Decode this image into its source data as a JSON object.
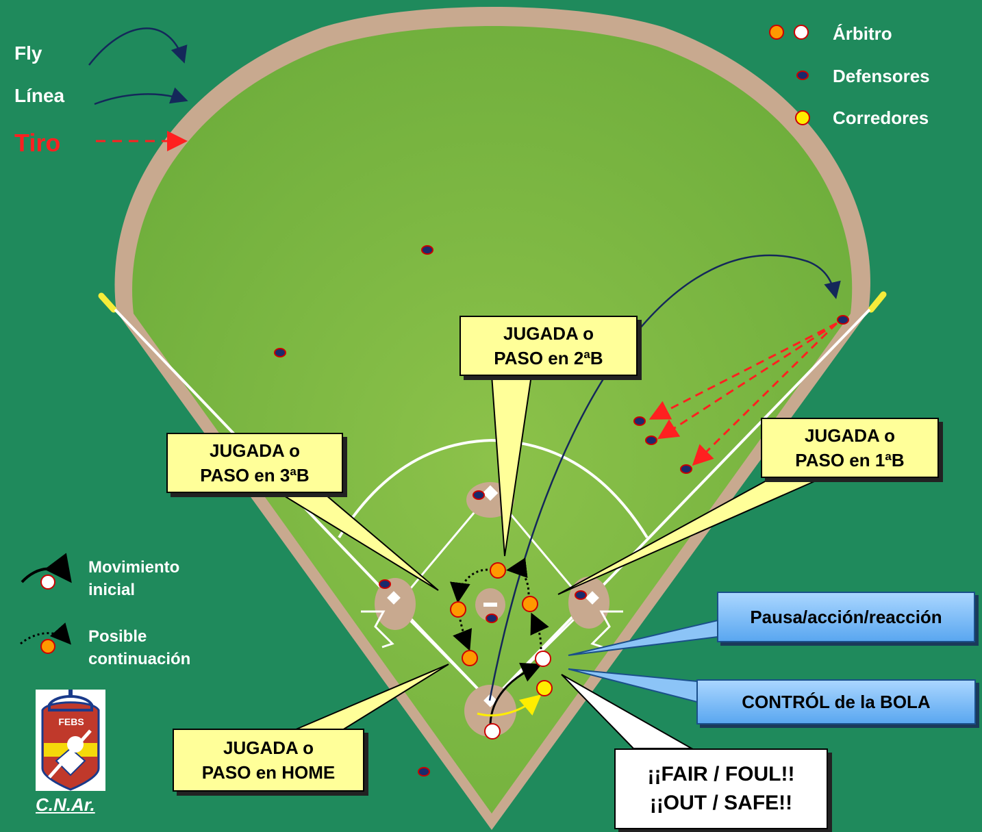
{
  "legend_top": {
    "fly": "Fly",
    "linea": "Línea",
    "tiro": "Tiro"
  },
  "legend_right": {
    "arbitro": "Árbitro",
    "defensores": "Defensores",
    "corredores": "Corredores"
  },
  "legend_left": {
    "movimiento_line1": "Movimiento",
    "movimiento_line2": "inicial",
    "posible_line1": "Posible",
    "posible_line2": "continuación"
  },
  "callouts": {
    "second_line1": "JUGADA o",
    "second_line2": "PASO en 2ªB",
    "third_line1": "JUGADA o",
    "third_line2": "PASO en 3ªB",
    "first_line1": "JUGADA o",
    "first_line2": "PASO en 1ªB",
    "home_line1": "JUGADA o",
    "home_line2": "PASO en HOME",
    "pausa": "Pausa/acción/reacción",
    "control": "CONTRÓL de la BOLA",
    "fair_line1": "¡¡FAIR / FOUL!!",
    "fair_line2": "¡¡OUT / SAFE!!"
  },
  "logo": {
    "text": "C.N.Ar.",
    "caption_inside": "FEBS"
  },
  "colors": {
    "background": "#1f8a5c",
    "grass": "#7cb342",
    "dirt": "#c8a98f",
    "fly_arrow": "#14285a",
    "tiro_arrow": "#ff2020",
    "umpire": "#ff9900",
    "defender": "#1a2a6c",
    "runner": "#ffee00",
    "callout_yellow": "#ffff99",
    "callout_blue": "#5aa7f0"
  }
}
